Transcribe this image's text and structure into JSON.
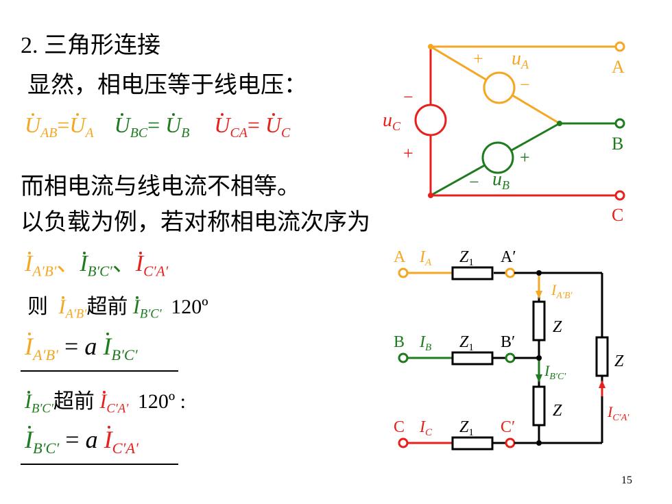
{
  "slide": {
    "title": "2. 三角形连接",
    "line1": "显然，相电压等于线电压：",
    "line2": "而相电流与线电流不相等。",
    "line3": "以负载为例，若对称相电流次序为",
    "then": "则",
    "leads": "超前",
    "angle1": "120º",
    "angle2": "120º :",
    "sep": "、",
    "page_number": "15"
  },
  "symbols": {
    "U": "U",
    "I": "I",
    "u": "u",
    "a": "a",
    "eq": "=",
    "Z": "Z",
    "Z1": "Z",
    "one": "1",
    "AB": "AB",
    "BC": "BC",
    "CA": "CA",
    "A": "A",
    "B": "B",
    "C": "C",
    "ApBp": "A′B′",
    "BpCp": "B′C′",
    "CpAp": "C′A′",
    "Ap": "A′",
    "Bp": "B′",
    "Cp": "C′",
    "plus": "+",
    "minus": "−"
  },
  "colors": {
    "phase_a": "#F5A623",
    "phase_b": "#1E7B1E",
    "phase_c": "#E8201C",
    "wire": "#000000"
  }
}
